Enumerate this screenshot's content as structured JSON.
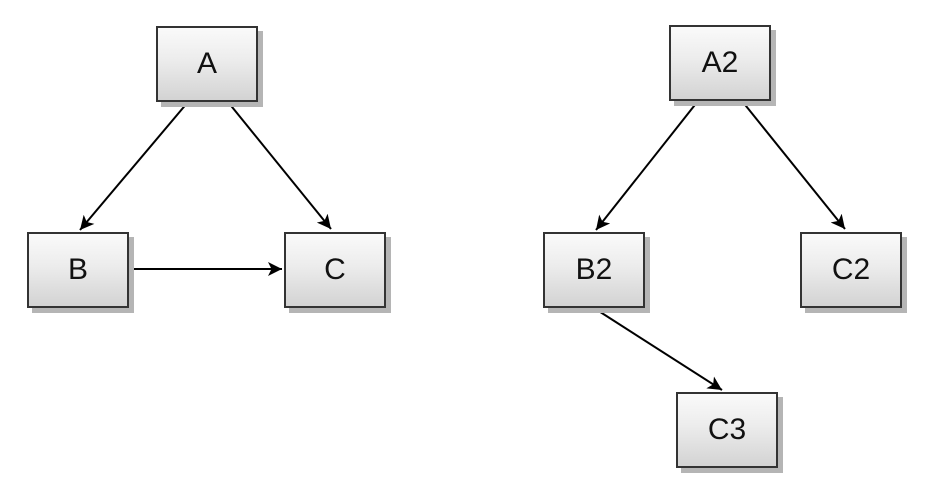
{
  "graph": {
    "left_diagram": {
      "nodes": [
        {
          "id": "A",
          "label": "A"
        },
        {
          "id": "B",
          "label": "B"
        },
        {
          "id": "C",
          "label": "C"
        }
      ],
      "edges": [
        {
          "from": "A",
          "to": "B",
          "directed": true
        },
        {
          "from": "A",
          "to": "C",
          "directed": true
        },
        {
          "from": "B",
          "to": "C",
          "directed": true
        }
      ]
    },
    "right_diagram": {
      "nodes": [
        {
          "id": "A2",
          "label": "A2"
        },
        {
          "id": "B2",
          "label": "B2"
        },
        {
          "id": "C2",
          "label": "C2"
        },
        {
          "id": "C3",
          "label": "C3"
        }
      ],
      "edges": [
        {
          "from": "A2",
          "to": "B2",
          "directed": true
        },
        {
          "from": "A2",
          "to": "C2",
          "directed": true
        },
        {
          "from": "B2",
          "to": "C3",
          "directed": true
        }
      ]
    }
  },
  "colors": {
    "background": "#ffffff",
    "node_fill_top": "#fafafa",
    "node_fill_bottom": "#d3d3d3",
    "node_border": "#333333",
    "node_shadow": "#b5b5b5",
    "edge_stroke": "#000000",
    "label_text": "#111111"
  }
}
